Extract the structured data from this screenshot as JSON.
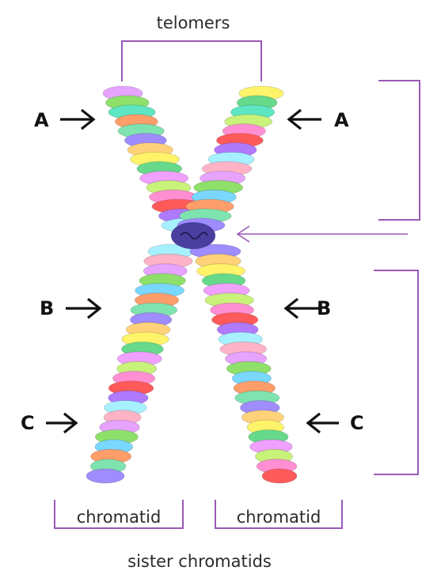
{
  "diagram": {
    "top_label": "telomers",
    "marker_a": "A",
    "marker_b": "B",
    "marker_c": "C",
    "left_chromatid_label": "chromatid",
    "right_chromatid_label": "chromatid",
    "bottom_label": "sister chromatids",
    "colors": {
      "bracket": "#9b59b6",
      "centromere": "#4a3f9e",
      "telomere_band": "#5ee6c2",
      "bands": [
        "#e6a3ff",
        "#ff8fd2",
        "#ffd27a",
        "#8ee06a",
        "#ff5a5a",
        "#fff36a",
        "#7ad7ff",
        "#b07aff",
        "#66d98a",
        "#ff9e6a",
        "#a7f0ff",
        "#f0a0ff",
        "#7fe3b0",
        "#ffb3c7",
        "#c9f27a",
        "#9f8cff"
      ]
    }
  }
}
